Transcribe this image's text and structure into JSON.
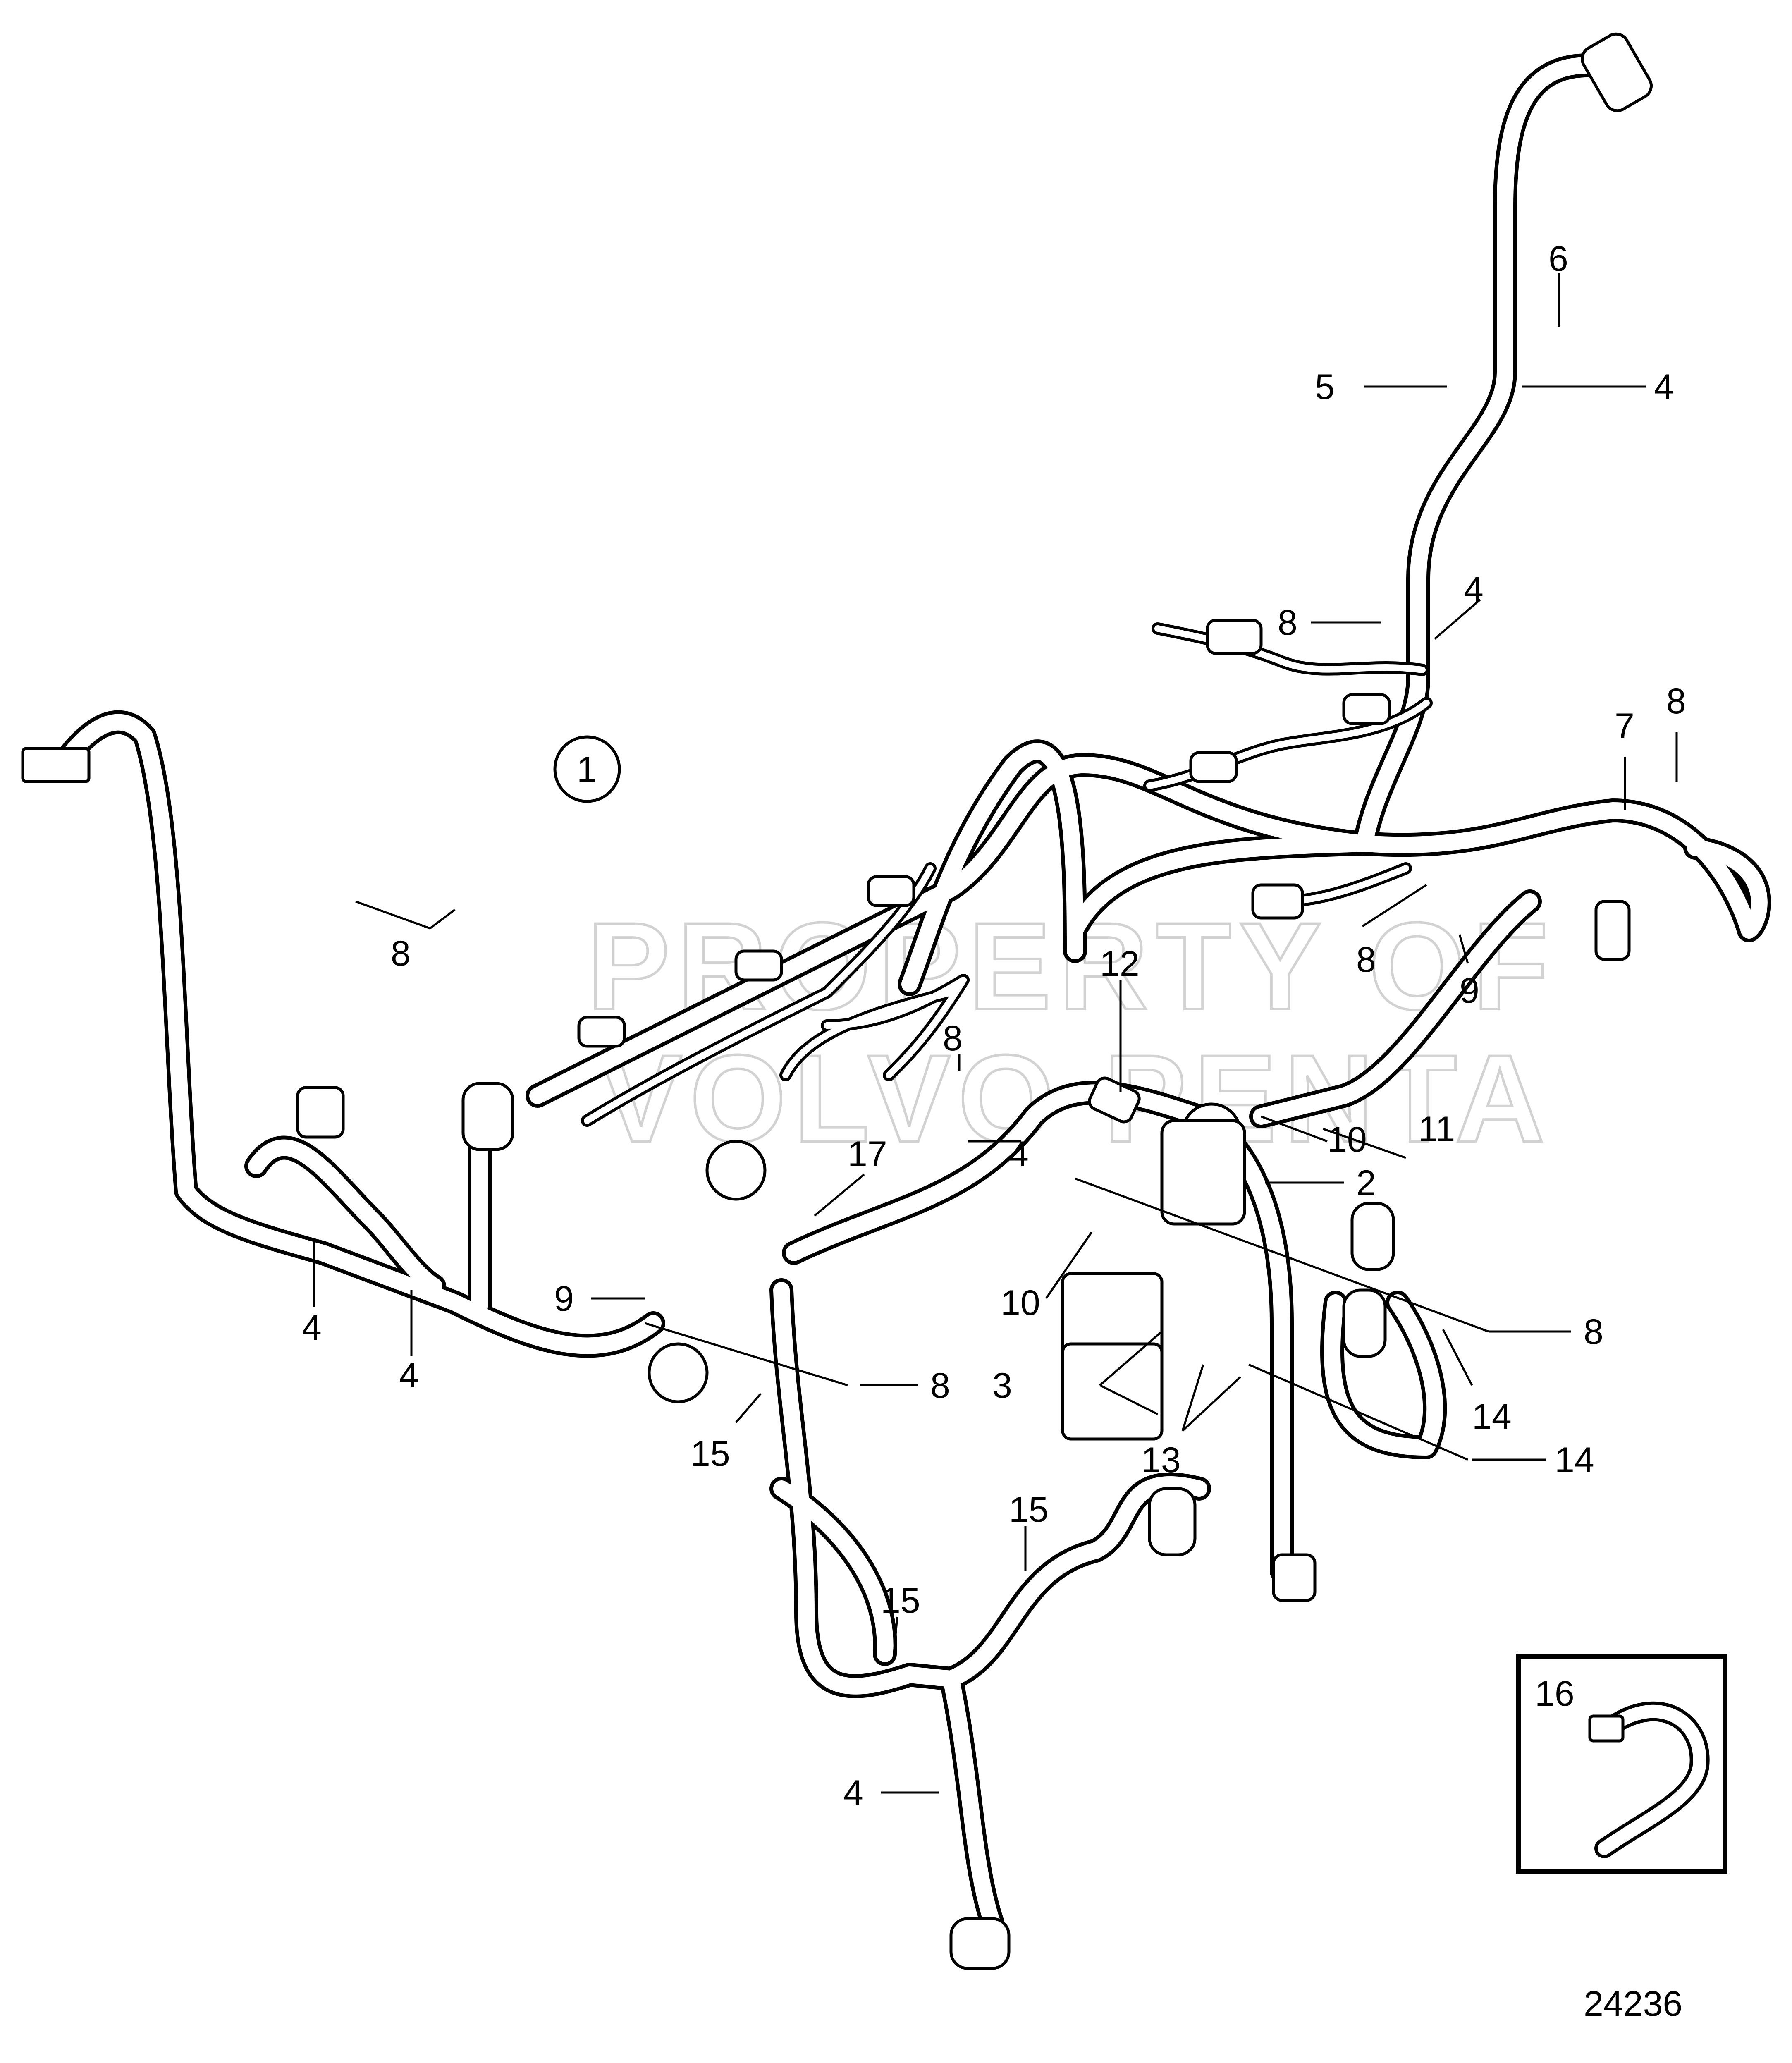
{
  "diagram": {
    "figure_number": "24236",
    "assembly_marker": "1",
    "watermark_line1": "PROPERTY OF",
    "watermark_line2": "VOLVO PENTA",
    "callouts": {
      "c6": "6",
      "c5": "5",
      "c4_top": "4",
      "c8_mid": "8",
      "c4_mid": "4",
      "c7": "7",
      "c8_right": "8",
      "c8_center": "8",
      "c9_right": "9",
      "c8_left": "8",
      "c12": "12",
      "c8_small": "8",
      "c10_upper": "10",
      "c11": "11",
      "c4_center": "4",
      "c2": "2",
      "c17": "17",
      "c9_left": "9",
      "c10_lower": "10",
      "c8_far_right": "8",
      "c4_left1": "4",
      "c4_left2": "4",
      "c8_lower": "8",
      "c3": "3",
      "c14_a": "14",
      "c14_b": "14",
      "c15_left": "15",
      "c13": "13",
      "c15_top": "15",
      "c15_mid": "15",
      "c4_bottom": "4",
      "c16": "16"
    }
  }
}
